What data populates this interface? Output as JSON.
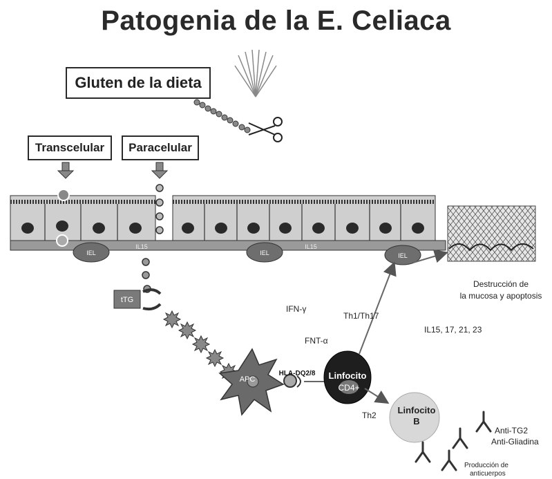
{
  "title": "Patogenia de la  E. Celiaca",
  "gluten_box": "Gluten de la dieta",
  "routes": {
    "transcelular": "Transcelular",
    "paracelular": "Paracelular"
  },
  "epithelium": {
    "iel": "IEL",
    "il15": "IL15"
  },
  "ttg": "tTG",
  "apc": "APC",
  "hla": "HLA-DQ2/8",
  "cytokines": {
    "ifn": "IFN-γ",
    "fnt": "FNT-α"
  },
  "th_pathway": "Th1/Th17",
  "th2": "Th2",
  "linfocito_cd4": {
    "line1": "Linfocito",
    "line2": "CD4+"
  },
  "linfocito_b": {
    "line1": "Linfocito",
    "line2": "B"
  },
  "destruction": {
    "line1": "Destrucción de",
    "line2": "la mucosa y apoptosis"
  },
  "interleukins": "IL15, 17, 21, 23",
  "antibodies": {
    "tg2": "Anti-TG2",
    "gliadina": "Anti-Gliadina"
  },
  "production": {
    "line1": "Producción de",
    "line2": "anticuerpos"
  },
  "colors": {
    "cell_fill": "#c8c8c8",
    "nucleus": "#2a2a2a",
    "iel_fill": "#6e6e6e",
    "ttg_fill": "#7a7a7a",
    "cd4_fill": "#1e1e1e",
    "b_fill": "#d8d8d8"
  }
}
